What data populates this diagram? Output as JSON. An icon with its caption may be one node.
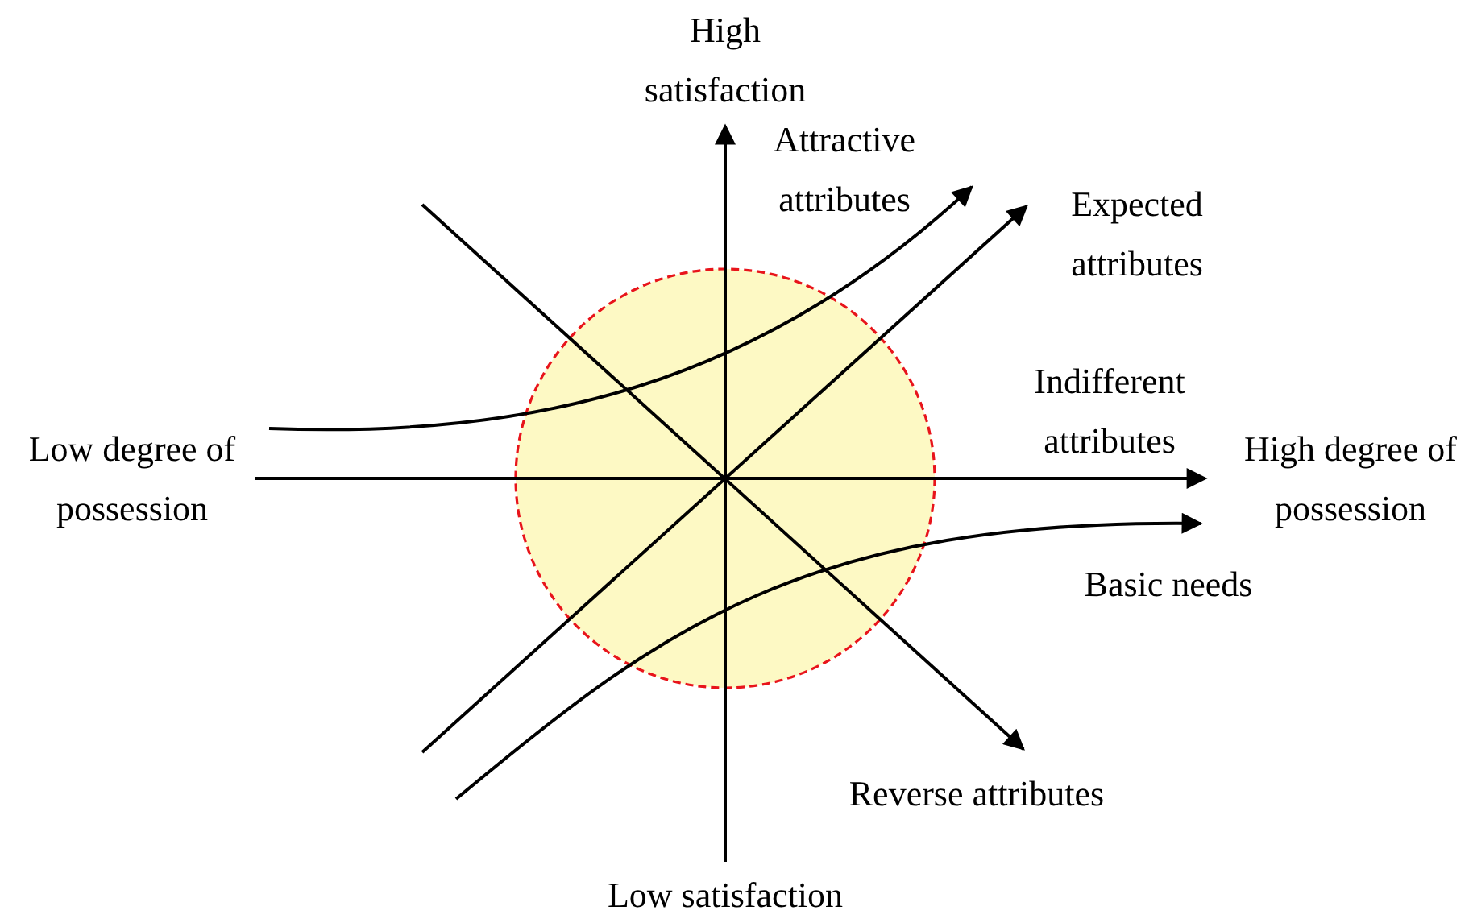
{
  "diagram": {
    "labels": [
      "High satisfaction",
      "Attractive attributes",
      "Expected attributes",
      "Indifferent attributes",
      "Low degree of possession",
      "High degree of possession",
      "Basic needs",
      "Reverse attributes",
      "Low satisfaction"
    ]
  }
}
